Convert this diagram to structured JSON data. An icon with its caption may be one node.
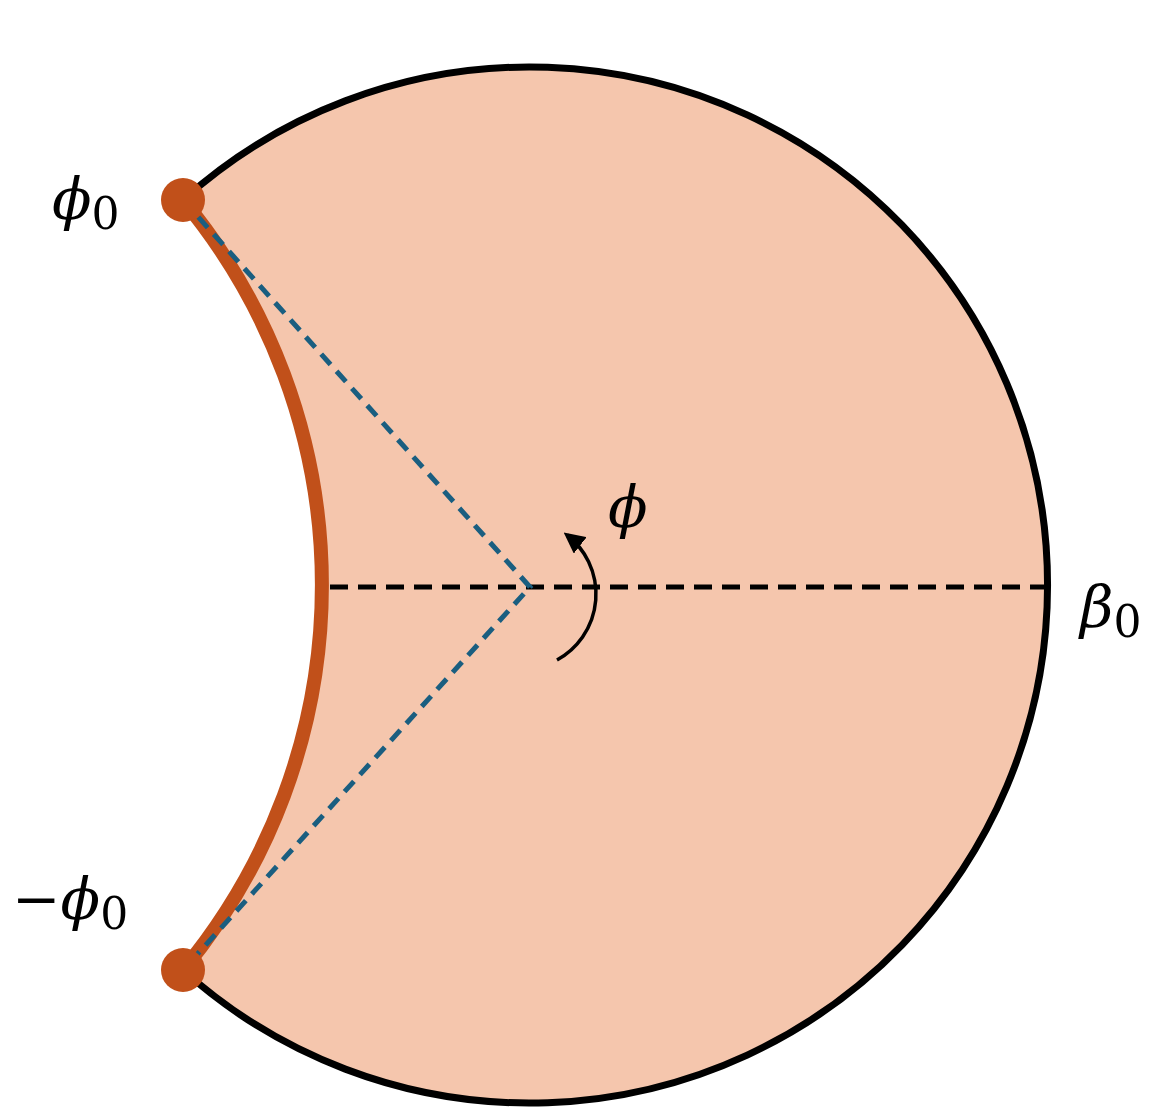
{
  "diagram": {
    "labels": [
      "*ϕ*$_{0}$",
      "*ϕ*",
      "*β*$_{0}$",
      "−*ϕ*$_{0}$"
    ]
  }
}
